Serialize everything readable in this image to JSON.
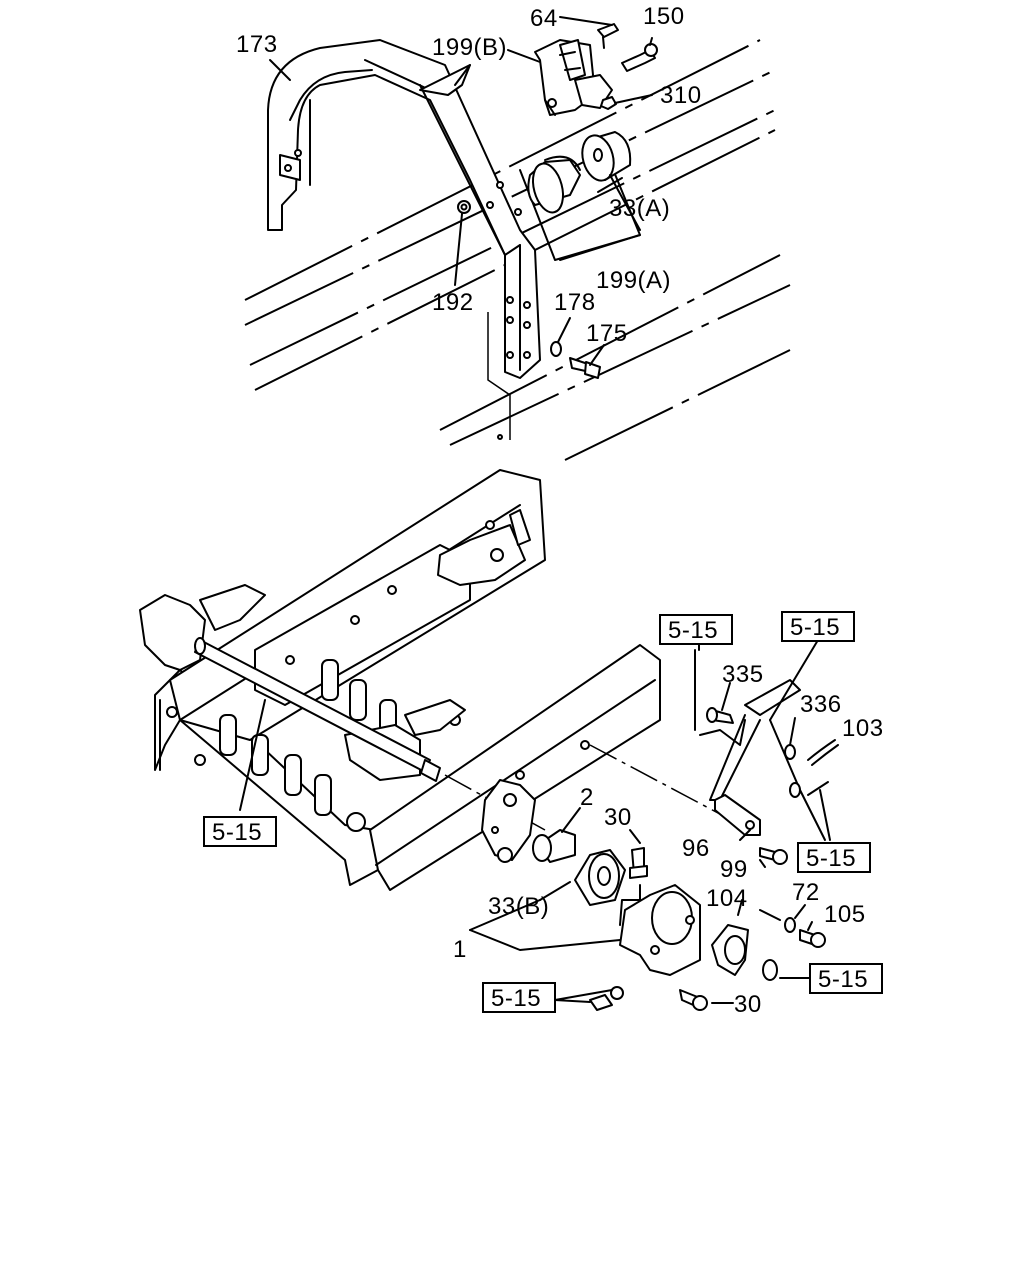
{
  "labels": {
    "p173": "173",
    "p199b": "199(B)",
    "p64": "64",
    "p150": "150",
    "p310": "310",
    "p33a": "33(A)",
    "p199a": "199(A)",
    "p192": "192",
    "p178": "178",
    "p175": "175",
    "ref515_a": "5-15",
    "ref515_b": "5-15",
    "ref515_c": "5-15",
    "ref515_d": "5-15",
    "ref515_e": "5-15",
    "ref515_f": "5-15",
    "p335": "335",
    "p336": "336",
    "p103": "103",
    "p2": "2",
    "p30a": "30",
    "p96": "96",
    "p99": "99",
    "p33b": "33(B)",
    "p1": "1",
    "p104": "104",
    "p72": "72",
    "p105": "105",
    "p30b": "30"
  }
}
